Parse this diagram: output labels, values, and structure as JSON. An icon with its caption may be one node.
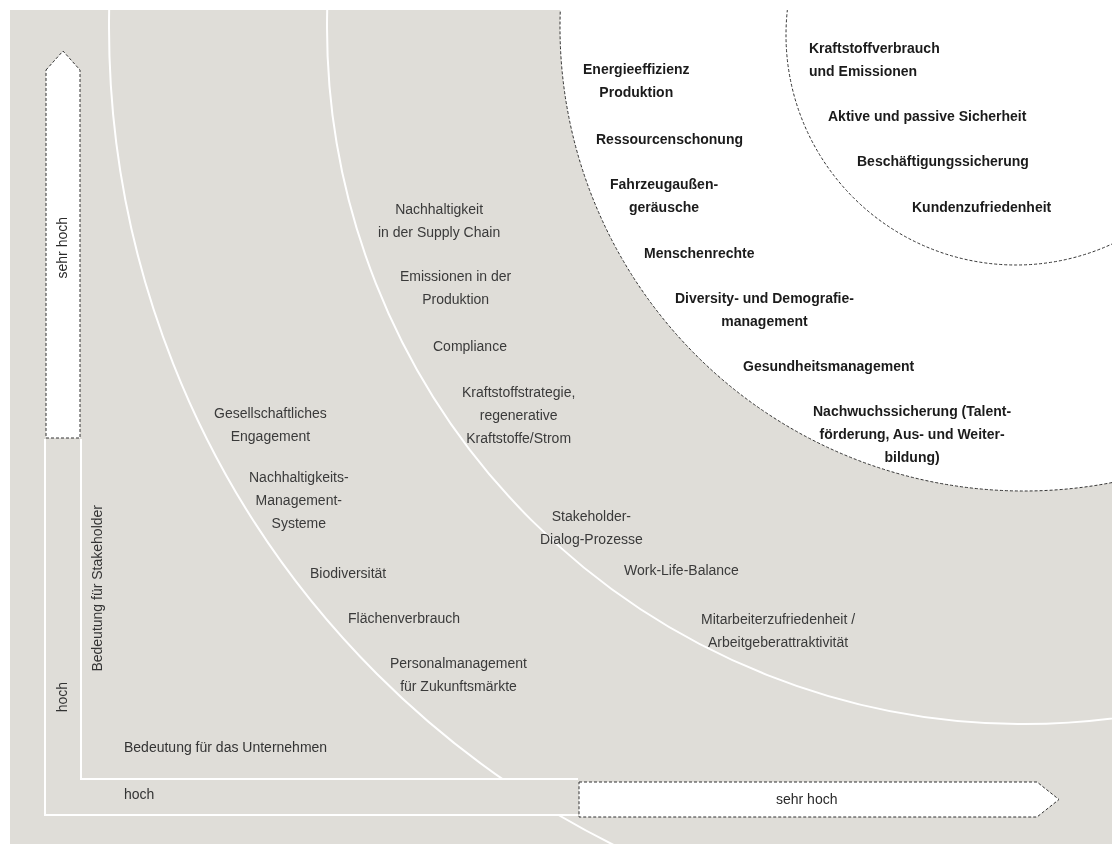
{
  "diagram": {
    "nodes": [
      {
        "text": [
          "sehr hoch"
        ]
      },
      {
        "text": [
          "Gesellschaftliches Engagement",
          "Nachhaltigkeits-Management-Systeme",
          "Biodiversität",
          "Flächenverbrauch",
          "Personalmanagement für Zukunftsmärkte"
        ]
      },
      {
        "text": [
          "Nachhaltigkeit in der Supply Chain",
          "Emissionen in der Produktion",
          "Compliance",
          "Kraftstoffstrategie, regenerative Kraftstoffe/Strom",
          "Stakeholder-Dialog-Prozesse",
          "Work-Life-Balance",
          "Mitarbeiterzufriedenheit / Arbeitgeberattraktivität"
        ],
        "in": 1
      },
      {
        "text": [
          "Energieeffizienz Produktion",
          "Ressourcenschonung",
          "Fahrzeugaußen-geräusche",
          "Menschenrechte",
          "Diversity- und Demografie-management",
          "Gesundheitsmanagement",
          "Nachwuchssicherung (Talent-förderung, Aus- und Weiter-bildung)"
        ],
        "in": 2
      },
      {
        "text": [
          "Kraftstoffverbrauch und Emissionen",
          "Aktive und passive Sicherheit",
          "Beschäftigungssicherung",
          "Kundenzufriedenheit"
        ],
        "in": 3
      },
      {
        "text": [
          "sehr hoch"
        ],
        "in": 1
      }
    ],
    "labels": [
      "hoch",
      "Bedeutung für Stakeholder",
      "Bedeutung für das Unternehmen",
      "hoch"
    ]
  }
}
